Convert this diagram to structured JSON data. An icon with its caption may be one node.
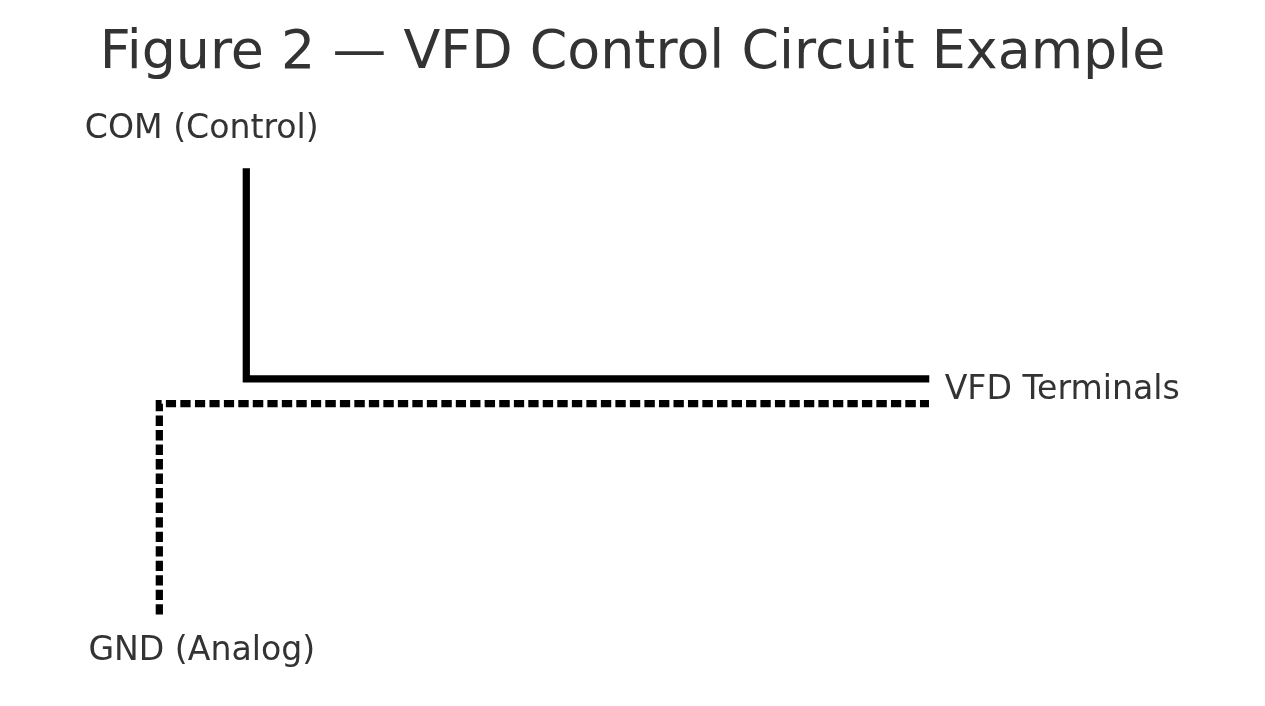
{
  "diagram": {
    "title": "Figure 2 — VFD Control Circuit Example",
    "nodes": [
      {
        "text": [
          "COM (Control)"
        ]
      },
      {
        "text": [
          "GND (Analog)"
        ]
      },
      {
        "text": [
          "VFD Terminals"
        ]
      }
    ],
    "edges": [
      {
        "from": 0,
        "to": 2,
        "arrow": "none"
      },
      {
        "from": 1,
        "to": 2,
        "arrow": "none",
        "style": "dashed"
      }
    ]
  }
}
